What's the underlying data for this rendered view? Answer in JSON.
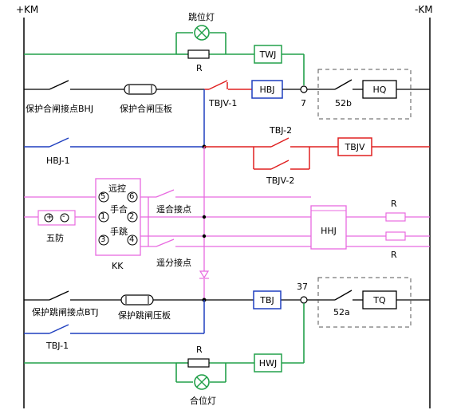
{
  "rails": {
    "plus": "+KM",
    "minus": "-KM"
  },
  "trip_lamp": {
    "title": "跳位灯",
    "r_label": "R",
    "relay": "TWJ"
  },
  "close_row": {
    "contact_bhj": "保护合闸接点BHJ",
    "plate": "保护合闸压板",
    "tbjv1": "TBJV-1",
    "relay": "HBJ",
    "node": "7",
    "aux": "52b",
    "coil": "HQ"
  },
  "hbj_row": {
    "hbj1": "HBJ-1",
    "tbj2": "TBJ-2",
    "tbjv2": "TBJV-2",
    "relay": "TBJV"
  },
  "switch_block": {
    "remote": "远控",
    "manual_close": "手合",
    "manual_trip": "手跳",
    "kk": "KK",
    "wufang": "五防",
    "contacts": [
      "5",
      "6",
      "1",
      "2",
      "3",
      "4"
    ],
    "plus_sign": "+",
    "minus_sign": "-",
    "remote_close": "遥合接点",
    "remote_open": "遥分接点",
    "hhj": "HHJ",
    "r_top": "R",
    "r_bottom": "R"
  },
  "trip_row": {
    "contact_btj": "保护跳闸接点BTJ",
    "plate": "保护跳闸压板",
    "relay": "TBJ",
    "node": "37",
    "aux": "52a",
    "coil": "TQ",
    "tbj1": "TBJ-1"
  },
  "close_lamp": {
    "title": "合位灯",
    "r_label": "R",
    "relay": "HWJ"
  },
  "colors": {
    "black": "#000000",
    "green": "#22a04a",
    "blue": "#1f3fbf",
    "red": "#e02020",
    "pink": "#e86ae0",
    "grey_dash": "#555555"
  }
}
